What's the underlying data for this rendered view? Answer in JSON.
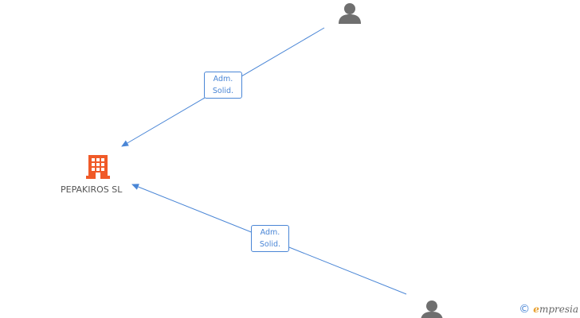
{
  "company": {
    "name": "PEPAKIROS SL",
    "icon": "building-icon",
    "color": "#f05a28"
  },
  "persons": [
    {
      "icon": "person-icon",
      "color": "#6f6f6f"
    },
    {
      "icon": "person-icon",
      "color": "#6f6f6f"
    }
  ],
  "edges": [
    {
      "from": "person-1",
      "to": "company",
      "label_line1": "Adm.",
      "label_line2": "Solid."
    },
    {
      "from": "person-2",
      "to": "company",
      "label_line1": "Adm.",
      "label_line2": "Solid."
    }
  ],
  "edge_color": "#4a86d6",
  "watermark": {
    "symbol": "©",
    "brand_initial": "e",
    "brand_rest": "mpresia"
  }
}
